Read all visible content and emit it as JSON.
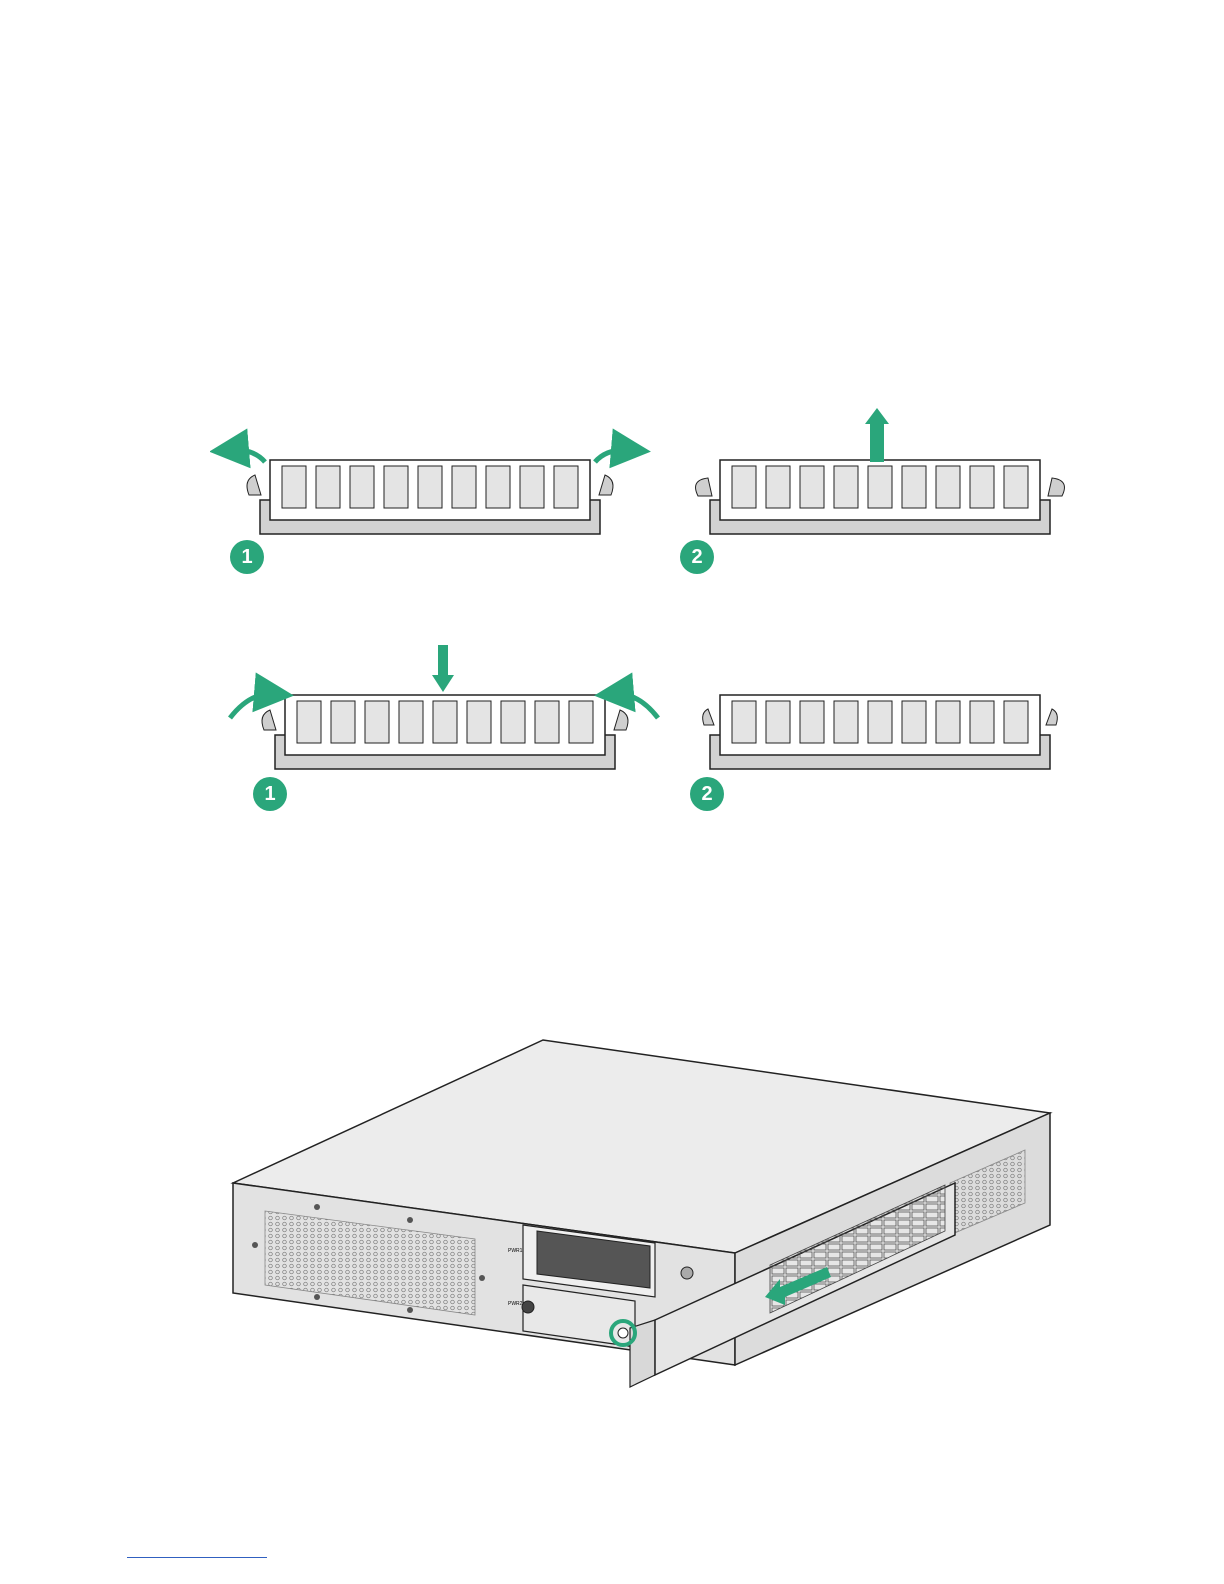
{
  "colors": {
    "accent": "#2aa67b",
    "module_fill": "#ffffff",
    "chip_fill": "#e4e4e4",
    "slot_fill": "#d2d2d2",
    "line": "#222222",
    "chassis_top": "#ececec",
    "chassis_front": "#e2e2e2",
    "footnote_rule": "#3060c0"
  },
  "figures": {
    "remove_memory": {
      "step1": {
        "badge": "1",
        "action": "open-clips"
      },
      "step2": {
        "badge": "2",
        "action": "pull-module-up"
      }
    },
    "install_memory": {
      "step1": {
        "badge": "1",
        "action": "press-module-down-close-clips"
      },
      "step2": {
        "badge": "2",
        "action": "module-seated"
      }
    },
    "chassis": {
      "label_top": "PWR1",
      "label_bottom": "PWR2",
      "icons": [
        "rotate-screw-icon",
        "pull-arrow-icon"
      ]
    }
  }
}
